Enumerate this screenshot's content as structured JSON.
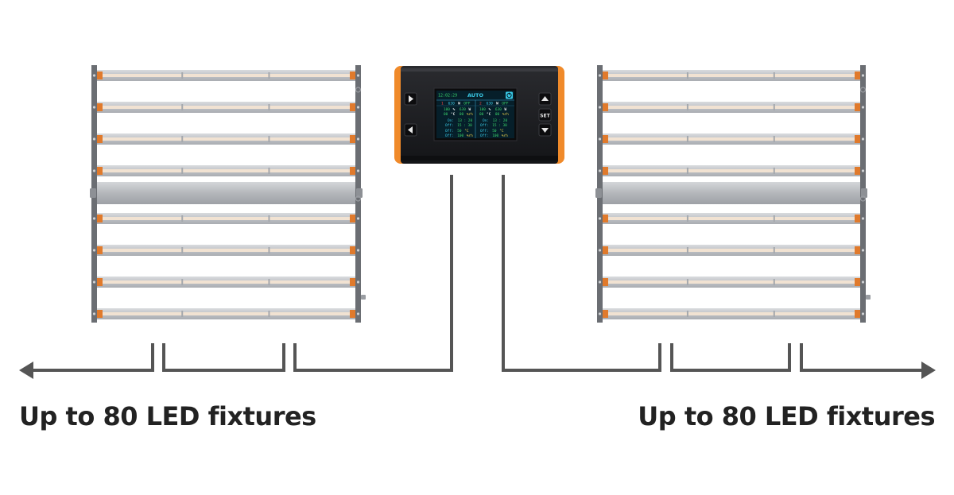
{
  "colors": {
    "frame": "#6b6e73",
    "strip": "#c9ccd0",
    "led": "#f1e2d2",
    "accent": "#e07a2c",
    "controller_body": "#1e1f22",
    "controller_trim": "#f08a2a",
    "line": "#555555",
    "text": "#222222",
    "screen_bg": "#061f2a",
    "screen_green": "#39d36b",
    "screen_white": "#f2f2f2",
    "screen_red": "#ff4a4a",
    "screen_cyan": "#39c9e6",
    "screen_yellow": "#f2d64b"
  },
  "captions": {
    "left": "Up to 80 LED fixtures",
    "right": "Up to 80 LED fixtures"
  },
  "controller": {
    "time": "12:02:29",
    "mode": "AUTO",
    "set_label": "SET",
    "left_panel": {
      "header": {
        "channel": "1",
        "power": "630",
        "unit": "W",
        "state": "OFF"
      },
      "dim": {
        "value": "100",
        "unit": "%",
        "power": "630",
        "power_unit": "W"
      },
      "temp": {
        "value": "00",
        "unit": "°C",
        "hum": "00",
        "hum_unit": "%rh"
      },
      "on": {
        "label": "On:",
        "time": "13 : 20"
      },
      "off": {
        "label": "Off:",
        "time": "15 : 30"
      },
      "off_temp": {
        "label": "Off:",
        "value": "50",
        "unit": "°C"
      },
      "off_hum": {
        "label": "Off:",
        "value": "100",
        "unit": "%rh"
      }
    },
    "right_panel": {
      "header": {
        "channel": "2",
        "power": "630",
        "unit": "W",
        "state": "OFF"
      },
      "dim": {
        "value": "100",
        "unit": "%",
        "power": "630",
        "power_unit": "W"
      },
      "temp": {
        "value": "00",
        "unit": "°C",
        "hum": "00",
        "hum_unit": "%rh"
      },
      "on": {
        "label": "On:",
        "time": "13 : 20"
      },
      "off": {
        "label": "Off:",
        "time": "15 : 30"
      },
      "off_temp": {
        "label": "Off:",
        "value": "50",
        "unit": "°C"
      },
      "off_hum": {
        "label": "Off:",
        "value": "100",
        "unit": "%rh"
      }
    },
    "icons": {
      "right_arrow": "right-arrow-icon",
      "left_arrow": "left-arrow-icon",
      "up_arrow": "up-arrow-icon",
      "down_arrow": "down-arrow-icon",
      "power": "power-icon"
    }
  }
}
